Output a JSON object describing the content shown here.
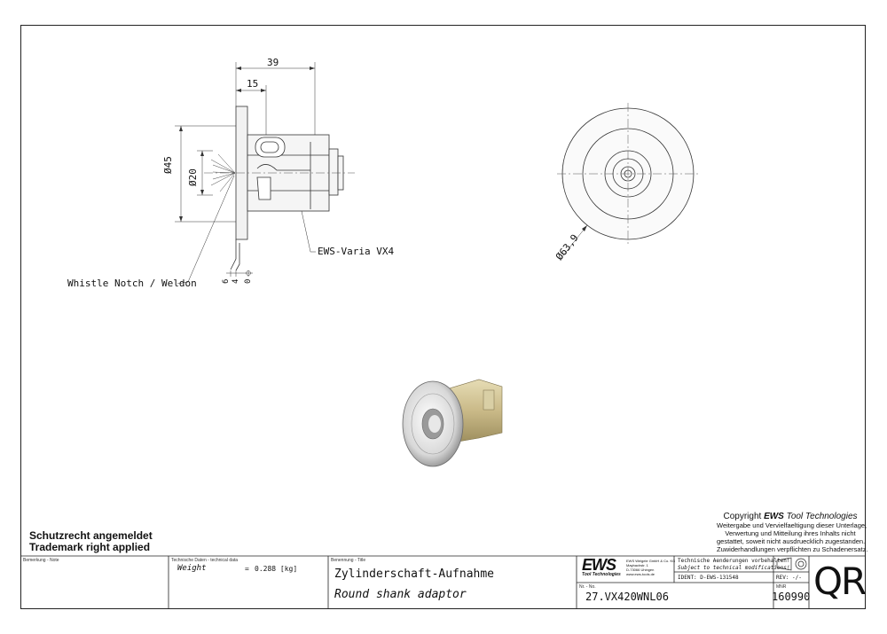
{
  "drawing": {
    "dim_39": "39",
    "dim_15": "15",
    "dim_d45": "Ø45",
    "dim_d20": "Ø20",
    "dim_d63": "Ø63,9",
    "label_varia": "EWS-Varia VX4",
    "label_whistle": "Whistle Notch / Weldon",
    "dim_6": "6",
    "dim_4": "4",
    "dim_0": "0"
  },
  "notes": {
    "schutz": "Schutzrecht angemeldet",
    "trademark": "Trademark right applied"
  },
  "copyright": {
    "prefix": "Copyright ",
    "brand": "EWS",
    "suffix": " Tool Technologies",
    "lines": [
      "Weitergabe und Vervielfaeltigung dieser Unterlage,",
      "Verwertung und Mitteilung ihres Inhalts nicht",
      "gestattet, soweit nicht ausdruecklich zugestanden.",
      "Zuwiderhandlungen verpflichten zu Schadenersatz."
    ]
  },
  "title_block": {
    "remark_label": "Bemerkung - Note",
    "techdata_label": "Technische Daten - technical data",
    "weight_label": "Weight",
    "weight_eq": "=",
    "weight_value": "0.288 [kg]",
    "title_label": "Benennung - Title",
    "title_de": "Zylinderschaft-Aufnahme",
    "title_en": "Round shank adaptor",
    "logo": "EWS",
    "logo_sub": "Tool Technologies",
    "address": [
      "EWS Weigele GmbH & Co. KG",
      "Maybachstr. 1",
      "D-73066 Uhingen",
      "www.ews-tools.de"
    ],
    "tech_change_de": "Technische Aenderungen vorbehalten!",
    "tech_change_en": "Subject to technical modifications!",
    "ident": "IDENT: D-EWS-131548",
    "rev": "REV: -/-",
    "nr_label": "Nr. - No.",
    "part_no": "27.VX420WNL06",
    "mnr_label": "MNR",
    "mnr": "160990",
    "qr": "QR"
  }
}
